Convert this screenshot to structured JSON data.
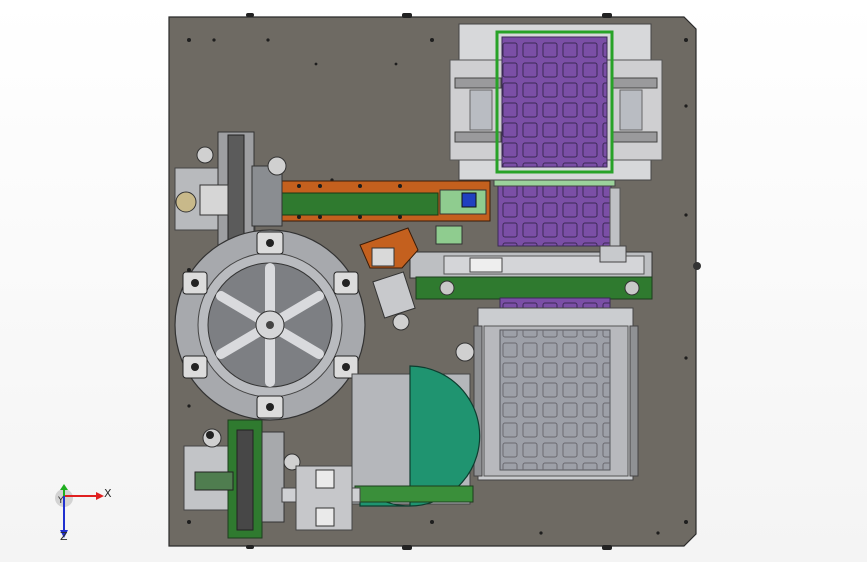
{
  "viewport": {
    "triad": {
      "x_label": "X",
      "y_label": "Y",
      "z_label": "Z",
      "x_color": "#e02020",
      "y_color": "#1fae1f",
      "z_color": "#2030d0"
    }
  },
  "colors": {
    "base_plate": "#6e6a63",
    "tray_purple": "#7b4fa6",
    "conveyor_green": "#2f7a2f",
    "conveyor_orange": "#c4601e",
    "hopper_teal": "#1f9470",
    "rotary_disc": "#a7a9ad",
    "steel": "#c9c9c9"
  }
}
